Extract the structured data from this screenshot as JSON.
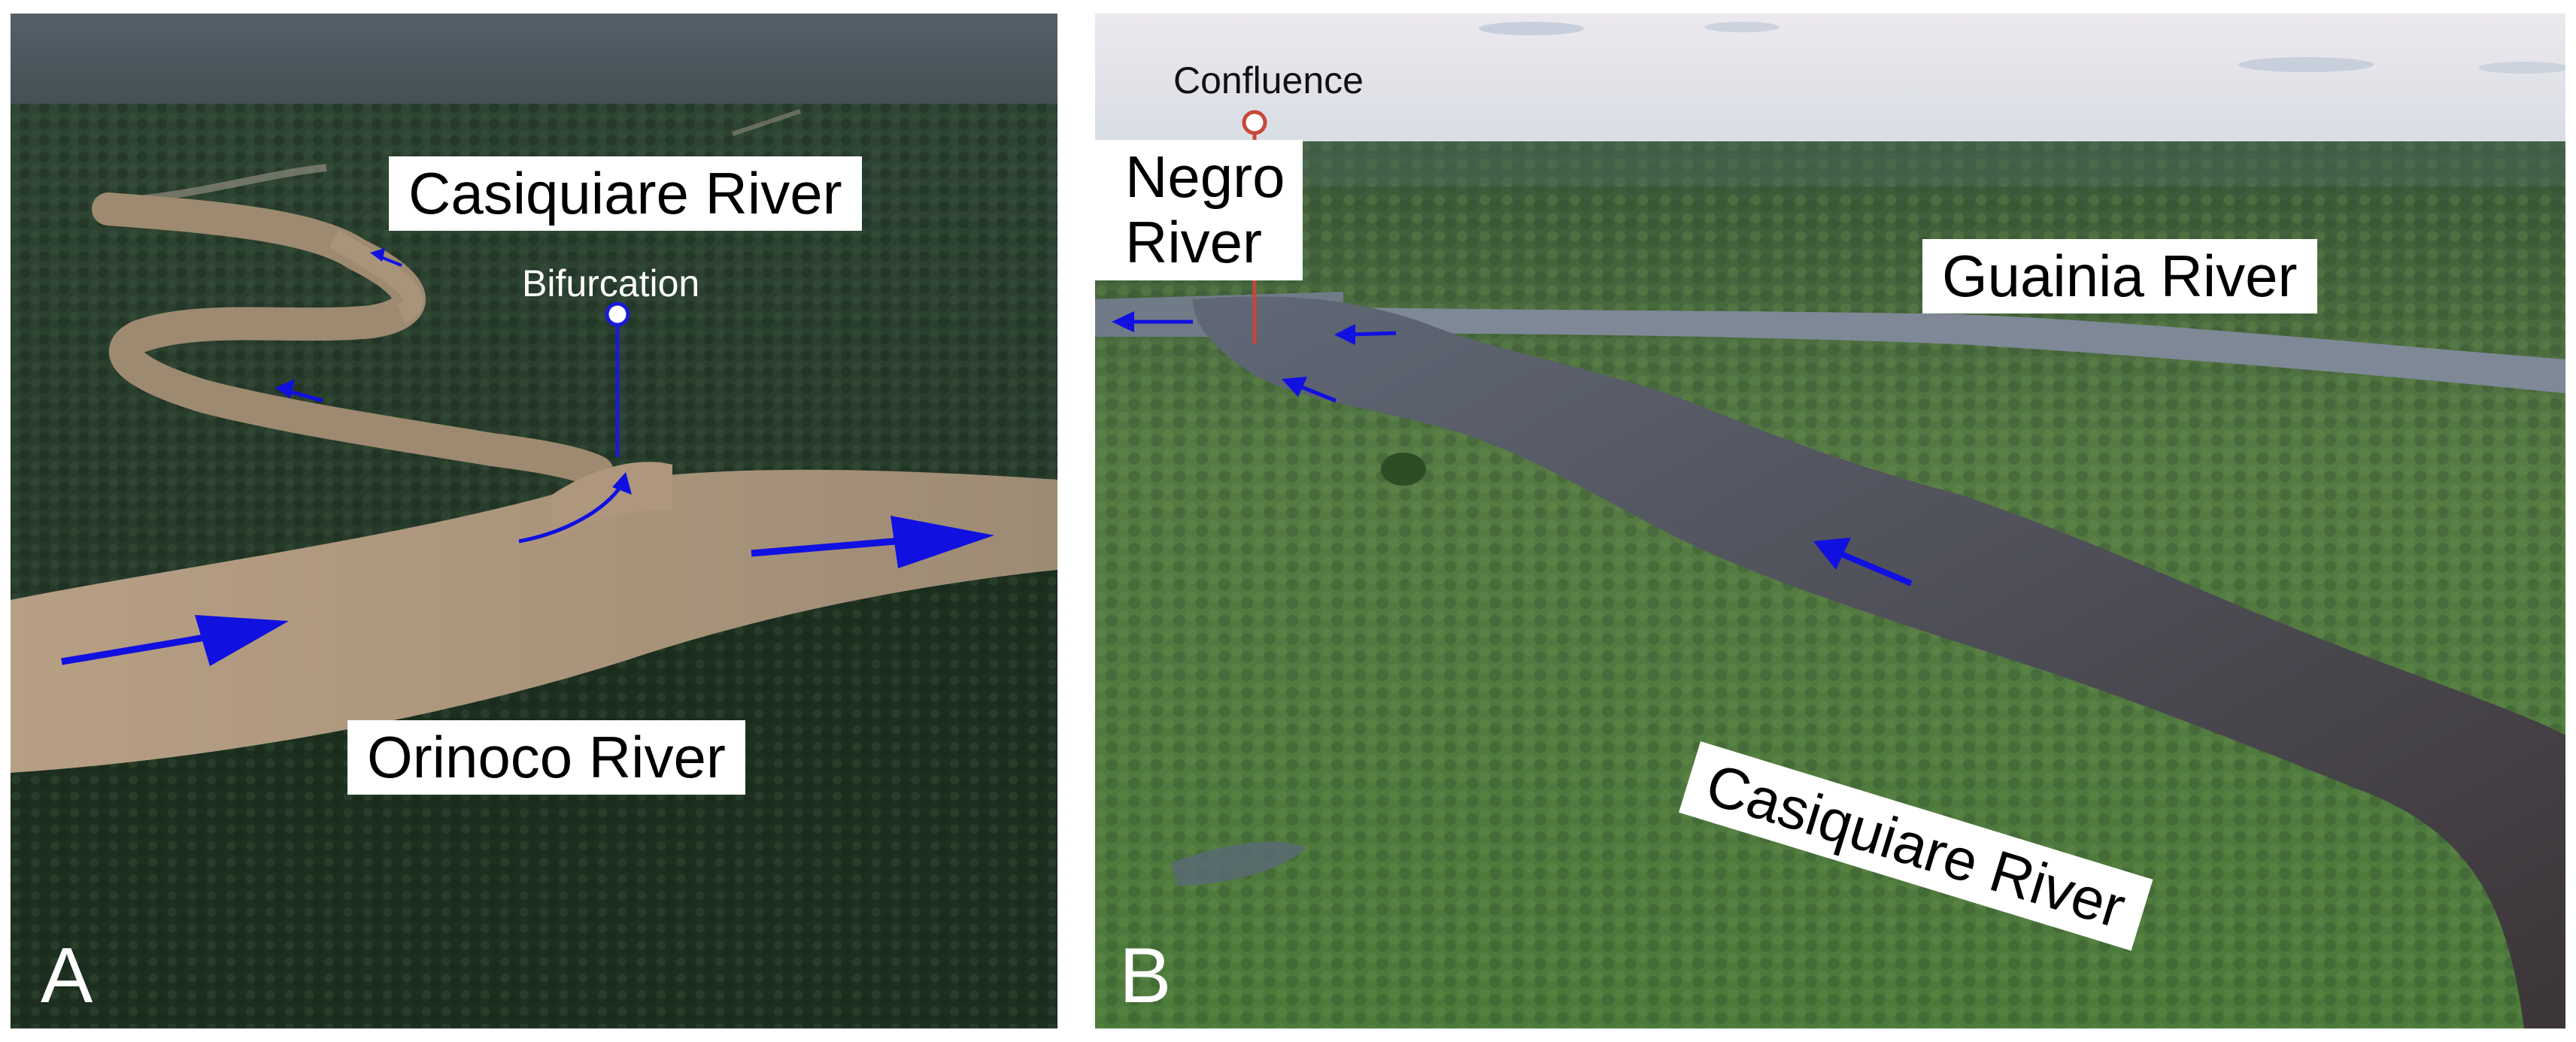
{
  "panels": [
    {
      "letter": "A",
      "labels": {
        "casiquiare": "Casiquiare River",
        "orinoco": "Orinoco River",
        "bifurcation": "Bifurcation"
      }
    },
    {
      "letter": "B",
      "labels": {
        "negro": "Negro\nRiver",
        "guainia": "Guainia River",
        "casiquiare": "Casiquiare River",
        "confluence": "Confluence"
      }
    }
  ],
  "colors": {
    "flow_arrow": "#1010e0",
    "bifurcation_marker": "#1a1ad8",
    "confluence_marker": "#c8473a",
    "label_box": "#ffffff",
    "panel_letter": "#ffffff"
  },
  "icons": {
    "flow": "arrow-icon",
    "marker": "pin-marker-icon"
  }
}
